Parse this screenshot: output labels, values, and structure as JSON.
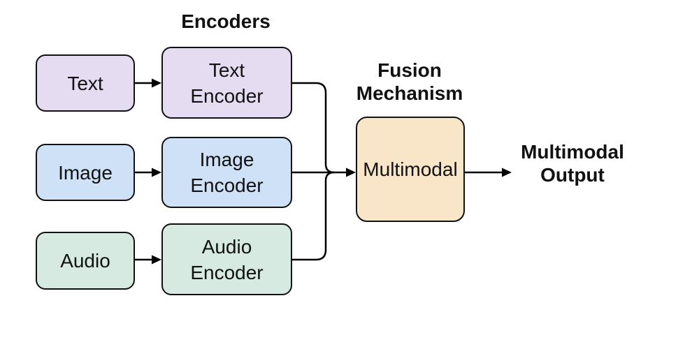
{
  "canvas": {
    "background": "#ffffff"
  },
  "titles": {
    "encoders": "Encoders",
    "fusion": [
      "Fusion",
      "Mechanism"
    ],
    "output": [
      "Multimodal",
      "Output"
    ]
  },
  "nodes": {
    "text_input": {
      "label": "Text",
      "fill": "#e5dcf1"
    },
    "image_input": {
      "label": "Image",
      "fill": "#cfe1f7"
    },
    "audio_input": {
      "label": "Audio",
      "fill": "#d7eae1"
    },
    "text_encoder": {
      "lines": [
        "Text",
        "Encoder"
      ],
      "fill": "#e5dcf1"
    },
    "image_encoder": {
      "lines": [
        "Image",
        "Encoder"
      ],
      "fill": "#cfe1f7"
    },
    "audio_encoder": {
      "lines": [
        "Audio",
        "Encoder"
      ],
      "fill": "#d7eae1"
    },
    "fusion": {
      "label": "Multimodal",
      "fill": "#f9e6c9"
    }
  },
  "style": {
    "border_color": "#111111",
    "text_color": "#111111",
    "arrow_color": "#000000"
  }
}
